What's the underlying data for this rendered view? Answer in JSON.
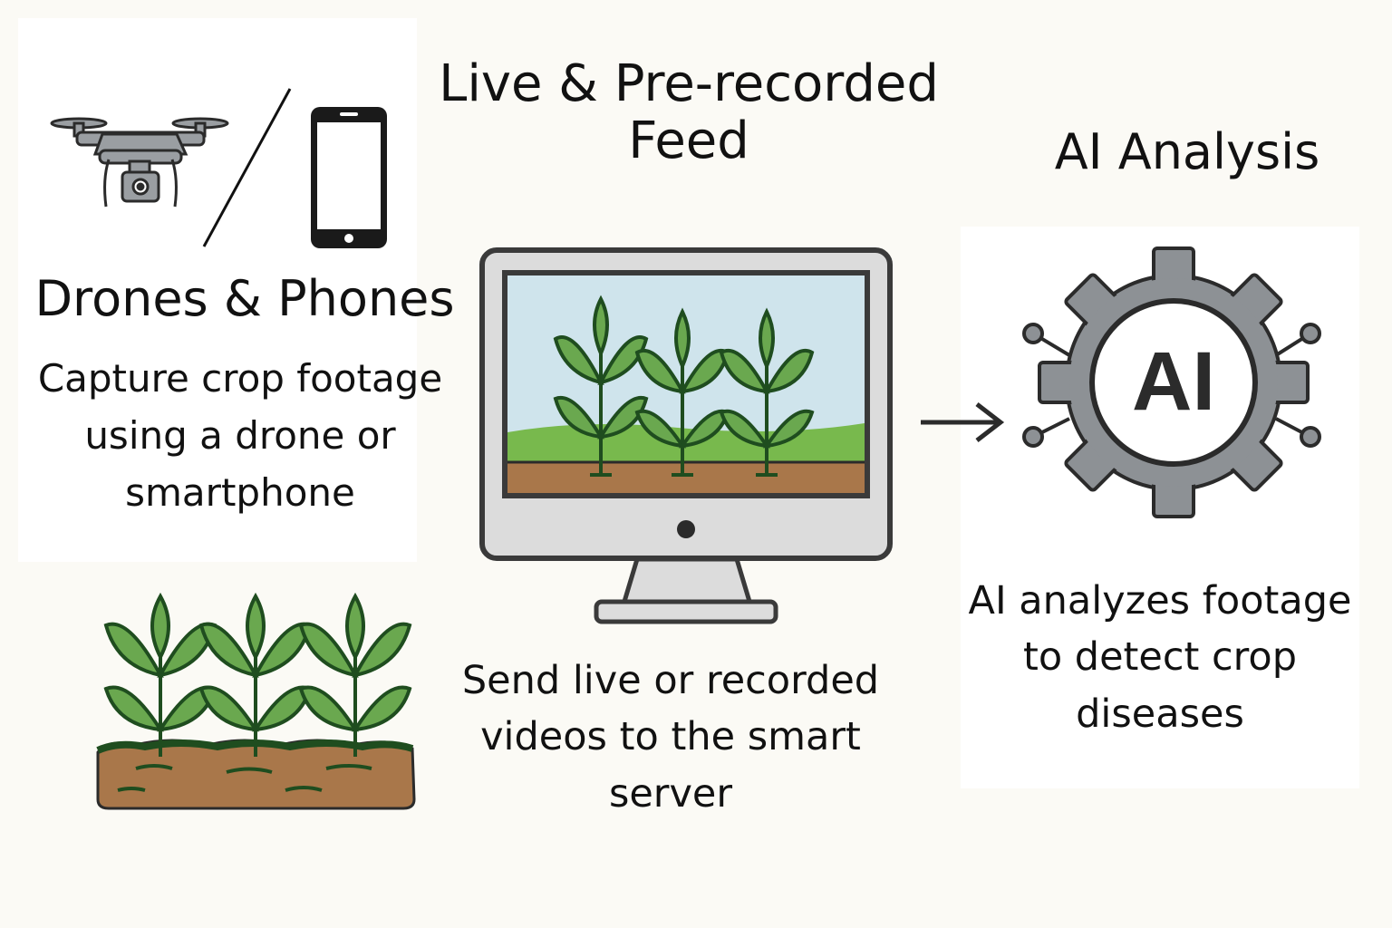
{
  "sections": {
    "capture": {
      "title": "Drones & Phones",
      "description": "Capture crop footage using a drone or smartphone"
    },
    "feed": {
      "title": "Live & Pre-recorded Feed",
      "description": "Send live or recorded videos to the smart server"
    },
    "analysis": {
      "title": "AI Analysis",
      "gear_label": "AI",
      "description": "AI analyzes footage to detect crop diseases"
    }
  },
  "icons": [
    "drone-icon",
    "smartphone-icon",
    "monitor-icon",
    "crop-field-icon",
    "arrow-right-icon",
    "ai-gear-icon"
  ],
  "colors": {
    "leaf": "#6aa84f",
    "leaf_outline": "#1f4d1f",
    "soil": "#a9774a",
    "sky": "#cfe4ec",
    "grass": "#78b94d",
    "gear": "#8d9195",
    "device_gray": "#9a9ea2"
  }
}
